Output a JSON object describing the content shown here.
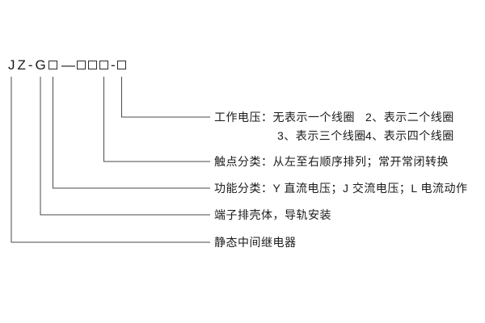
{
  "model_code": {
    "full": "JZ-G□—□□□-□",
    "prefix": "JZ-G",
    "separator": "—",
    "hyphen": "-"
  },
  "labels": {
    "working_voltage_line1_part1": "工作电压：无表示一个线圈",
    "working_voltage_line1_part2": "2、表示二个线圈",
    "working_voltage_line2_part1": "3、表示三个线圈",
    "working_voltage_line2_part2": "4、表示四个线圈",
    "contact_classification": "触点分类：从左至右顺序排列；常开常闭转换",
    "function_classification": "功能分类：Y 直流电压；J 交流电压；L 电流动作",
    "housing": "端子排壳体，导轨安装",
    "relay_type": "静态中间继电器"
  }
}
